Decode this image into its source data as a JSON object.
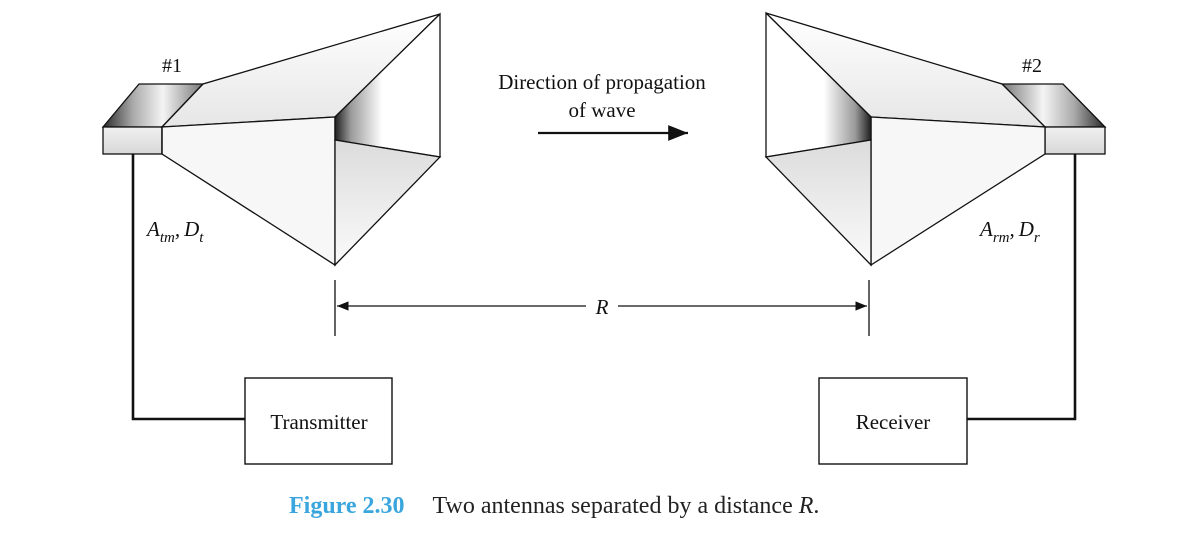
{
  "antenna1": {
    "number": "#1",
    "param_a": "A",
    "param_a_sub": "tm",
    "param_sep": ",",
    "param_d": "D",
    "param_d_sub": "t"
  },
  "antenna2": {
    "number": "#2",
    "param_a": "A",
    "param_a_sub": "rm",
    "param_sep": ",",
    "param_d": "D",
    "param_d_sub": "r"
  },
  "propagation": {
    "line1": "Direction of propagation",
    "line2": "of wave"
  },
  "distance": {
    "label": "R"
  },
  "transmitter": {
    "label": "Transmitter"
  },
  "receiver": {
    "label": "Receiver"
  },
  "caption": {
    "figure": "Figure 2.30",
    "text_pre": "Two antennas separated by a distance ",
    "text_var": "R",
    "text_post": "."
  }
}
